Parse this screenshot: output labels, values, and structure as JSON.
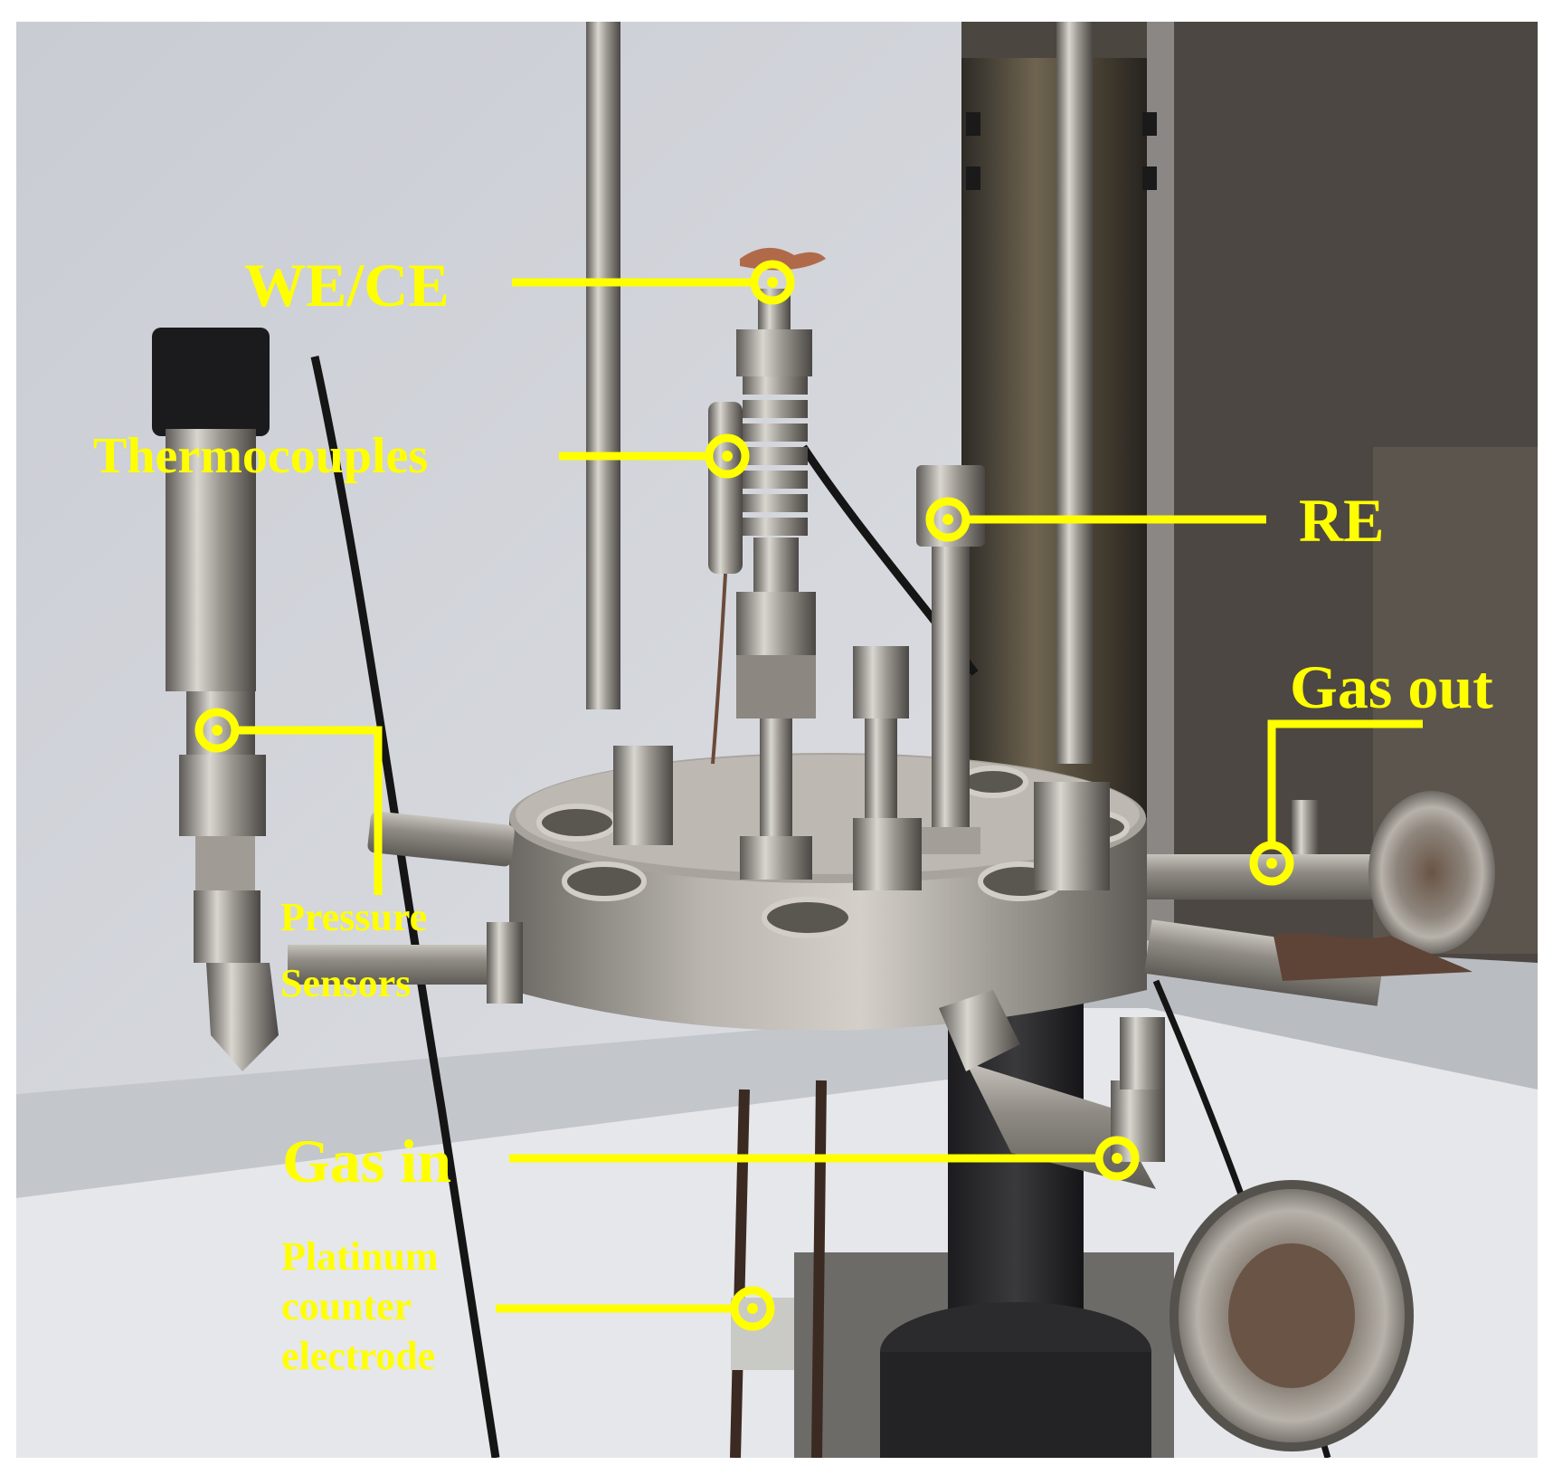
{
  "figure": {
    "annotation_color": "#ffff00",
    "labels": {
      "we_ce": "WE/CE",
      "thermocouples": "Thermocouples",
      "re": "RE",
      "gas_out": "Gas out",
      "pressure_sensors_line1": "Pressure",
      "pressure_sensors_line2": "Sensors",
      "gas_in": "Gas in",
      "platinum_line1": "Platinum",
      "platinum_line2": "counter",
      "platinum_line3": "electrode"
    }
  }
}
